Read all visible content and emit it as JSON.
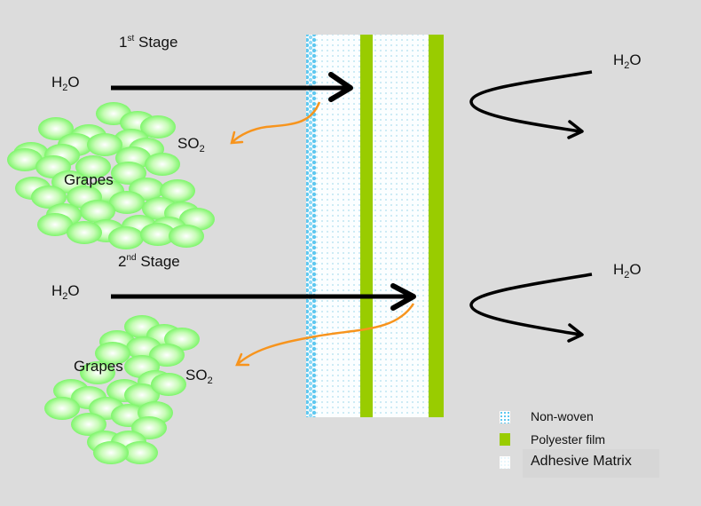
{
  "stages": [
    {
      "label_num": "1",
      "label_sup": "st",
      "label_word": "Stage",
      "water_in": {
        "pre": "H",
        "sub": "2",
        "post": "O"
      },
      "so2": {
        "pre": "SO",
        "sub": "2"
      },
      "grapes_label": "Grapes",
      "water_out": {
        "pre": "H",
        "sub": "2",
        "post": "O"
      }
    },
    {
      "label_num": "2",
      "label_sup": "nd",
      "label_word": "Stage",
      "water_in": {
        "pre": "H",
        "sub": "2",
        "post": "O"
      },
      "so2": {
        "pre": "SO",
        "sub": "2"
      },
      "grapes_label": "Grapes",
      "water_out": {
        "pre": "H",
        "sub": "2",
        "post": "O"
      }
    }
  ],
  "legend": [
    {
      "label": "Non-woven",
      "color": "#5ec8f0"
    },
    {
      "label": "Polyester film",
      "color": "#99cc00"
    },
    {
      "label": "Adhesive Matrix",
      "color": "#ffffff"
    }
  ],
  "colors": {
    "background": "#dcdcdc",
    "arrow_water": "#000000",
    "arrow_so2": "#f7941d",
    "grape": "#7df56a"
  }
}
